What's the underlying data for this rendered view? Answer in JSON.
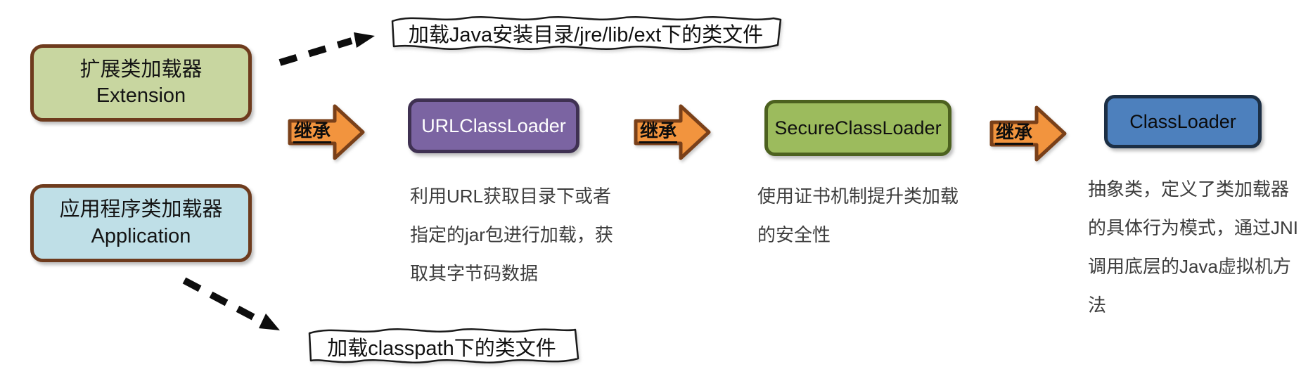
{
  "boxes": {
    "extension": {
      "line1": "扩展类加载器",
      "line2": "Extension",
      "fill": "#c8d6a0",
      "border": "#6e3b1d"
    },
    "application": {
      "line1": "应用程序类加载器",
      "line2": "Application",
      "fill": "#bfdfe7",
      "border": "#6e3b1d"
    },
    "url": {
      "label": "URLClassLoader",
      "fill": "#7b64a2",
      "border": "#3f3152",
      "text_color": "#ffffff"
    },
    "secure": {
      "label": "SecureClassLoader",
      "fill": "#9cbb5d",
      "border": "#4c611f",
      "text_color": "#101010"
    },
    "classloader": {
      "label": "ClassLoader",
      "fill": "#4d80bd",
      "border": "#1c2f45",
      "text_color": "#0b0b0b"
    }
  },
  "callouts": {
    "top": {
      "text": "加载Java安装目录/jre/lib/ext下的类文件"
    },
    "bottom": {
      "text": "加载classpath下的类文件"
    }
  },
  "inherit_arrows": {
    "label": "继承",
    "fill": "#f2943e",
    "border": "#7a4019"
  },
  "descriptions": {
    "url": {
      "lines": [
        "利用URL获取目录下或者",
        "指定的jar包进行加载，获",
        "取其字节码数据"
      ]
    },
    "secure": {
      "lines": [
        "使用证书机制提升类加载",
        "的安全性"
      ]
    },
    "classloader": {
      "lines": [
        "抽象类，定义了类加载器",
        "的具体行为模式，通过JNI",
        "调用底层的Java虚拟机方",
        "法"
      ]
    }
  }
}
